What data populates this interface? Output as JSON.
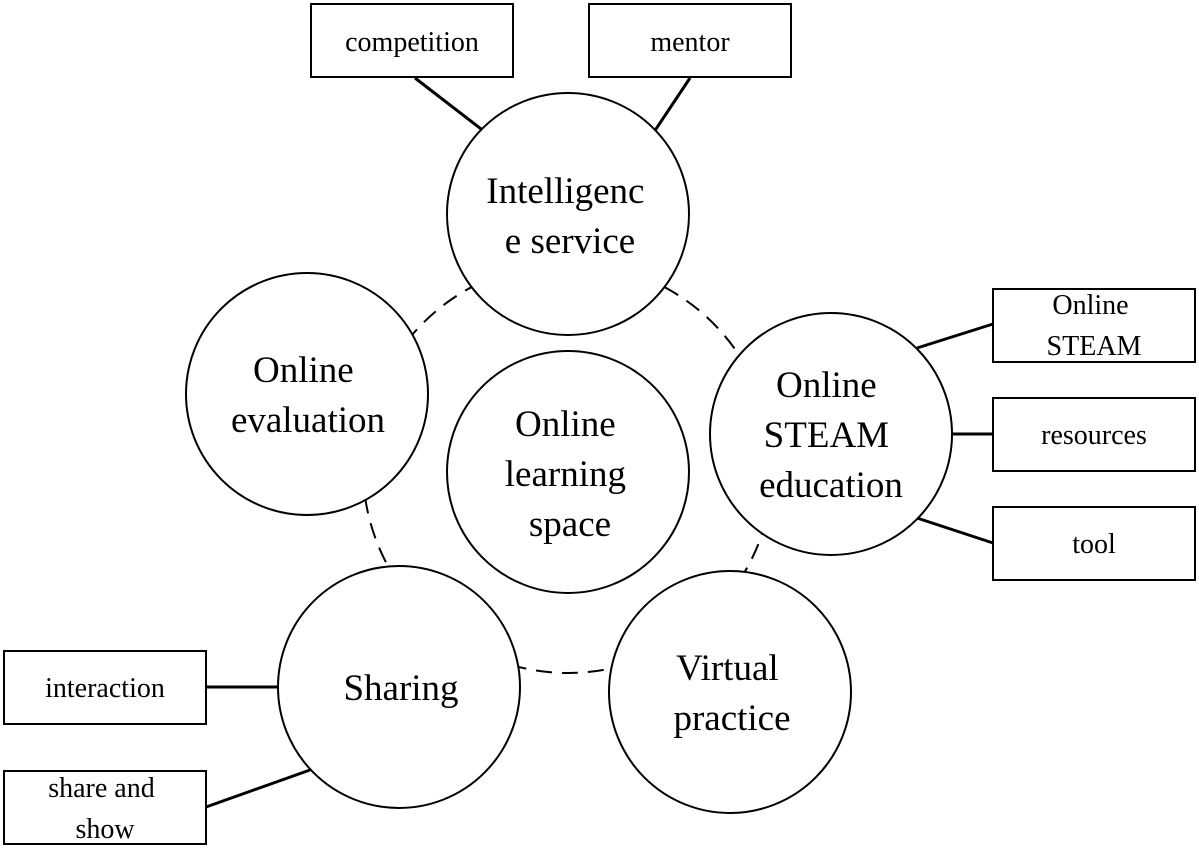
{
  "center": {
    "lines": [
      "Online",
      "learning",
      "space"
    ]
  },
  "nodes": {
    "intelligence": {
      "lines": [
        "Intelligenc",
        "e service"
      ]
    },
    "steam": {
      "lines": [
        "Online",
        "STEAM",
        "education"
      ]
    },
    "virtual": {
      "lines": [
        "Virtual",
        "practice"
      ]
    },
    "sharing": {
      "lines": [
        "Sharing"
      ]
    },
    "evaluation": {
      "lines": [
        "Online",
        "evaluation"
      ]
    }
  },
  "boxes": {
    "competition": {
      "lines": [
        "competition"
      ]
    },
    "mentor": {
      "lines": [
        "mentor"
      ]
    },
    "online_steam": {
      "lines": [
        "Online",
        "STEAM"
      ]
    },
    "resources": {
      "lines": [
        "resources"
      ]
    },
    "tool": {
      "lines": [
        "tool"
      ]
    },
    "interaction": {
      "lines": [
        "interaction"
      ]
    },
    "share_show": {
      "lines": [
        "share and",
        "show"
      ]
    }
  }
}
